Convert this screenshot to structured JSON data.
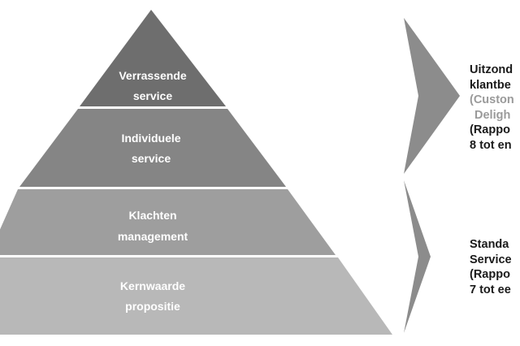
{
  "pyramid": {
    "tiers": [
      {
        "line1": "Verrassende",
        "line2": "service",
        "color": "#6e6e6e"
      },
      {
        "line1": "Individuele",
        "line2": "service",
        "color": "#858585"
      },
      {
        "line1": "Klachten",
        "line2": "management",
        "color": "#9e9e9e"
      },
      {
        "line1": "Kernwaarde",
        "line2": "propositie",
        "color": "#b8b8b8"
      }
    ]
  },
  "outcomes": {
    "top": {
      "line1": "Uitzond",
      "line2": "klantbe",
      "line3": "(Custon",
      "line4": "Deligh",
      "line5": "(Rappo",
      "line6": "8 tot en"
    },
    "bottom": {
      "line1": "Standa",
      "line2": "Service",
      "line3": "(Rappo",
      "line4": "7 tot ee"
    }
  },
  "colors": {
    "arrow": "#8c8c8c",
    "divider": "#ffffff",
    "muted_text": "#9a9a9a"
  }
}
